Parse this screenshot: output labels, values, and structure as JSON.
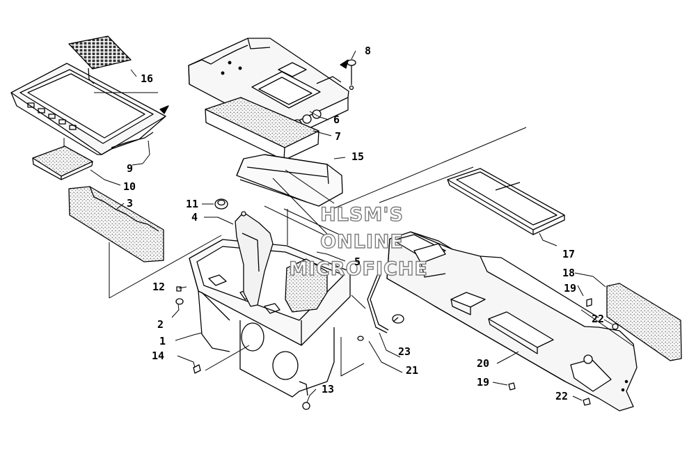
{
  "diagram": {
    "callouts": {
      "c1": "1",
      "c2": "2",
      "c3": "3",
      "c4": "4",
      "c5": "5",
      "c6": "6",
      "c7": "7",
      "c8": "8",
      "c9": "9",
      "c10": "10",
      "c11": "11",
      "c12": "12",
      "c13": "13",
      "c14": "14",
      "c15": "15",
      "c16": "16",
      "c17": "17",
      "c18": "18",
      "c19a": "19",
      "c19b": "19",
      "c20": "20",
      "c21": "21",
      "c22a": "22",
      "c22b": "22",
      "c23": "23"
    },
    "watermark": {
      "line1": "HLSM'S",
      "line2": "ONLINE",
      "line3": "MICROFICHE"
    },
    "colors": {
      "ink": "#000000",
      "foam_fill": "#e6e6e6",
      "part_fill": "#f2f2f2",
      "watermark_outline": "#7a7a7a"
    }
  }
}
